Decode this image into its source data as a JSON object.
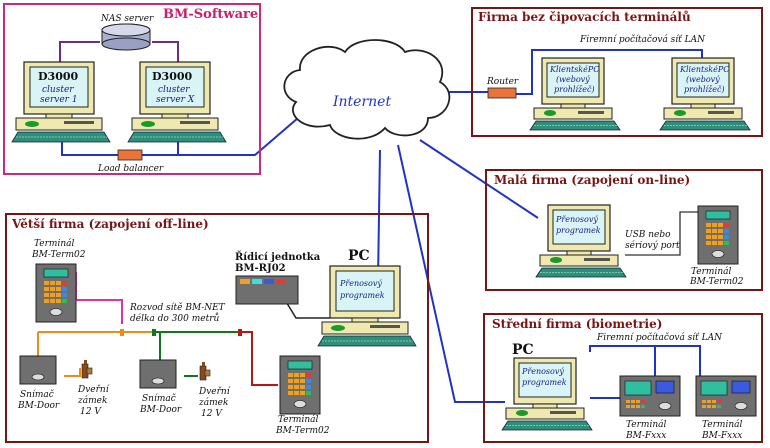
{
  "colors": {
    "box_border": "#7a1414",
    "bm_border": "#d0267c",
    "bm_title": "#d01a6b",
    "line_blue": "#1f33c8",
    "line_purple": "#6b2d8c",
    "line_orange": "#f08a1a",
    "line_green": "#0c7a1a",
    "line_red": "#c01414",
    "line_pink": "#e030b0",
    "monitor_body": "#efe9b0",
    "screen": "#d8f4f4",
    "keyboard": "#2f8f7a"
  },
  "bm_software": {
    "title": "BM-Software",
    "nas_label": "NAS server",
    "server1": {
      "name": "D3000",
      "line1": "cluster",
      "line2": "server 1"
    },
    "serverX": {
      "name": "D3000",
      "line1": "cluster",
      "line2": "server X"
    },
    "load_balancer": "Load balancer"
  },
  "internet": {
    "label": "Internet"
  },
  "firma_bez": {
    "title": "Firma bez čipovacích terminálů",
    "lan_label": "Firemní počítačová síť LAN",
    "router_label": "Router",
    "client1": {
      "line1": "KlientskéPC",
      "line2": "(webový",
      "line3": "prohlížeč)"
    },
    "client2": {
      "line1": "KlientskéPC",
      "line2": "(webový",
      "line3": "prohlížeč)"
    }
  },
  "mala_firma": {
    "title": "Malá firma (zapojení on-line)",
    "pc_line1": "Přenosový",
    "pc_line2": "programek",
    "usb_line1": "USB nebo",
    "usb_line2": "sériový port",
    "terminal_line1": "Terminál",
    "terminal_line2": "BM-Term02"
  },
  "vetsi_firma": {
    "title": "Větší firma (zapojení off-line)",
    "terminal_top_line1": "Terminál",
    "terminal_top_line2": "BM-Term02",
    "ridici_line1": "Řídicí jednotka",
    "ridici_line2": "BM-RJ02",
    "pc_label": "PC",
    "pc_line1": "Přenosový",
    "pc_line2": "programek",
    "rozvod_line1": "Rozvod sítě BM-NET",
    "rozvod_line2": "délka do 300 metrů",
    "snimac1_line1": "Snímač",
    "snimac1_line2": "BM-Door",
    "zamek1_line1": "Dveřní",
    "zamek1_line2": "zámek",
    "zamek1_line3": "12 V",
    "snimac2_line1": "Snímač",
    "snimac2_line2": "BM-Door",
    "zamek2_line1": "Dveřní",
    "zamek2_line2": "zámek",
    "zamek2_line3": "12 V",
    "terminal_bottom_line1": "Terminál",
    "terminal_bottom_line2": "BM-Term02"
  },
  "stredni_firma": {
    "title": "Střední firma (biometrie)",
    "pc_label": "PC",
    "lan_label": "Firemní počítačová síť LAN",
    "pc_line1": "Přenosový",
    "pc_line2": "programek",
    "terminal1_line1": "Terminál",
    "terminal1_line2": "BM-Fxxx",
    "terminal2_line1": "Terminál",
    "terminal2_line2": "BM-Fxxx"
  }
}
